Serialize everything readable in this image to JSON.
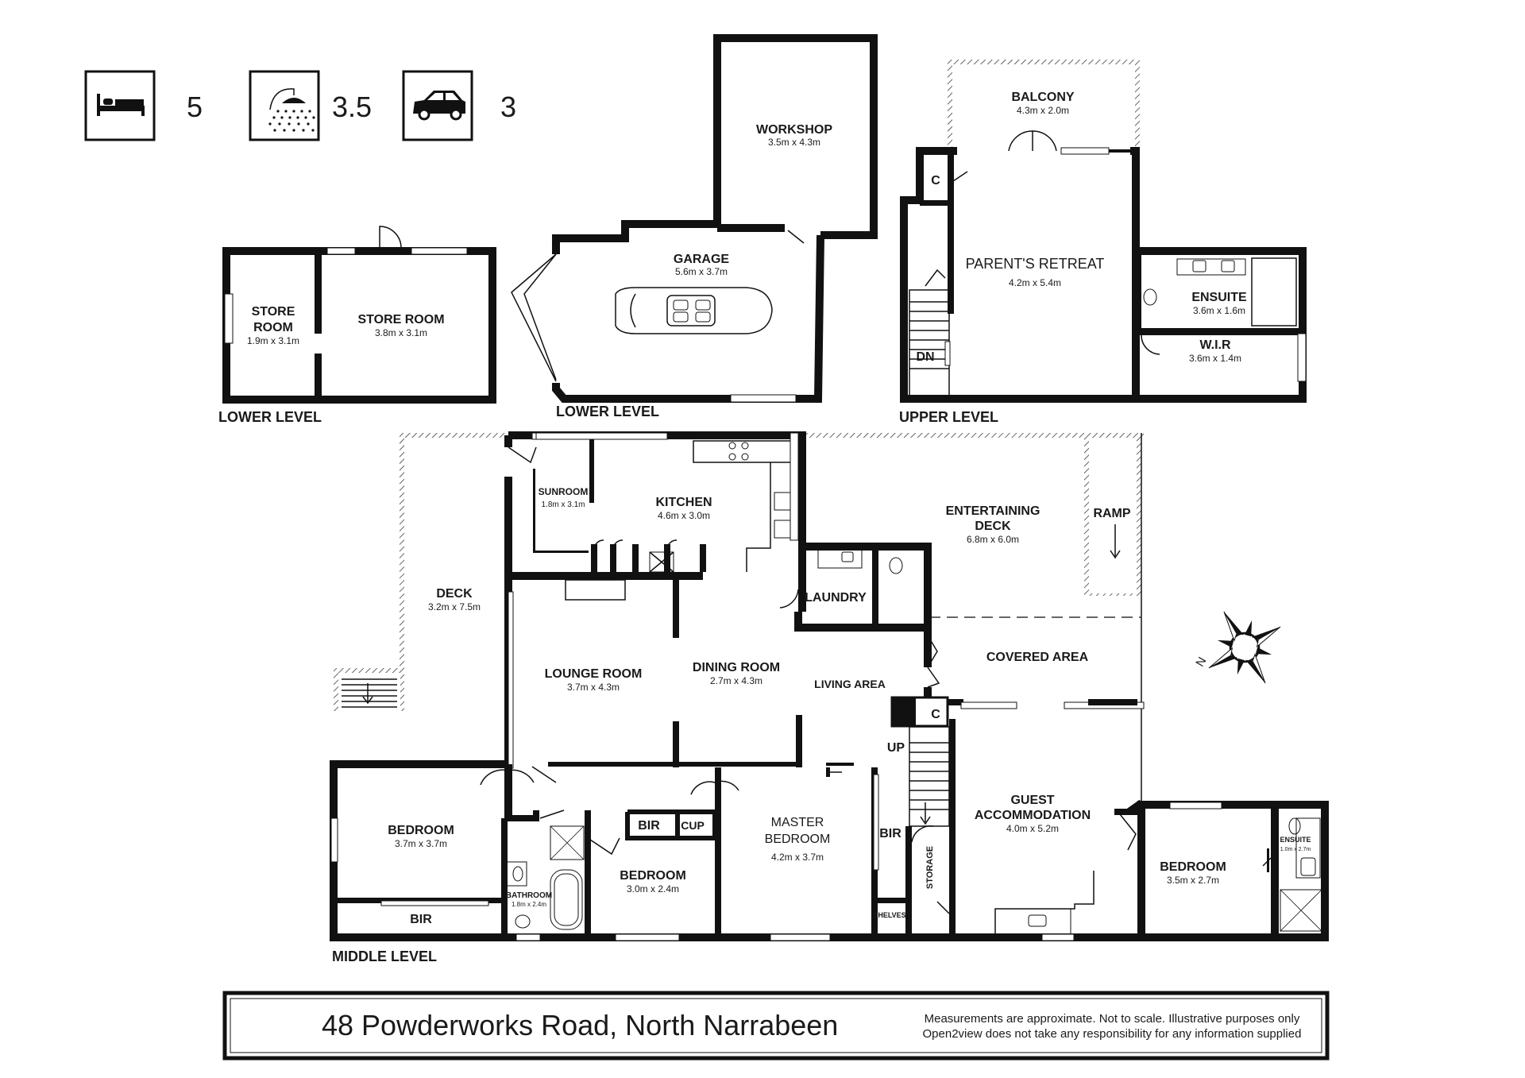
{
  "features": {
    "bedrooms": "5",
    "bathrooms": "3.5",
    "car_spaces": "3"
  },
  "levels": {
    "lower_1": "LOWER LEVEL",
    "lower_2": "LOWER LEVEL",
    "upper": "UPPER LEVEL",
    "middle": "MIDDLE LEVEL"
  },
  "rooms": {
    "store_room_small": {
      "name_1": "STORE",
      "name_2": "ROOM",
      "dims": "1.9m x 3.1m"
    },
    "store_room": {
      "name": "STORE ROOM",
      "dims": "3.8m x 3.1m"
    },
    "workshop": {
      "name": "WORKSHOP",
      "dims": "3.5m x 4.3m"
    },
    "garage": {
      "name": "GARAGE",
      "dims": "5.6m x 3.7m"
    },
    "balcony": {
      "name": "BALCONY",
      "dims": "4.3m x 2.0m"
    },
    "parents_retreat": {
      "name": "PARENT'S RETREAT",
      "dims": "4.2m x 5.4m"
    },
    "ensuite_upper": {
      "name": "ENSUITE",
      "dims": "3.6m x 1.6m"
    },
    "wir": {
      "name": "W.I.R",
      "dims": "3.6m x 1.4m"
    },
    "closet_upper": "C",
    "stairs_down": "DN",
    "sunroom": {
      "name": "SUNROOM",
      "dims": "1.8m x 3.1m"
    },
    "kitchen": {
      "name": "KITCHEN",
      "dims": "4.6m x 3.0m"
    },
    "entertaining_deck": {
      "name_1": "ENTERTAINING",
      "name_2": "DECK",
      "dims": "6.8m x 6.0m"
    },
    "ramp": "RAMP",
    "deck": {
      "name": "DECK",
      "dims": "3.2m x 7.5m"
    },
    "laundry": "LAUNDRY",
    "covered_area": "COVERED AREA",
    "lounge_room": {
      "name": "LOUNGE ROOM",
      "dims": "3.7m x 4.3m"
    },
    "dining_room": {
      "name": "DINING ROOM",
      "dims": "2.7m x 4.3m"
    },
    "living_area": "LIVING AREA",
    "closet_middle": "C",
    "stairs_up": "UP",
    "bedroom_1": {
      "name": "BEDROOM",
      "dims": "3.7m x 3.7m"
    },
    "bir_1": "BIR",
    "bathroom": {
      "name": "BATHROOM",
      "dims": "1.8m x 2.4m"
    },
    "bir_2": "BIR",
    "cupboard": "CUP",
    "bedroom_2": {
      "name": "BEDROOM",
      "dims": "3.0m x 2.4m"
    },
    "master_bedroom": {
      "name_1": "MASTER",
      "name_2": "BEDROOM",
      "dims": "4.2m x 3.7m"
    },
    "bir_3": "BIR",
    "shelves": "SHELVES",
    "storage": "STORAGE",
    "guest_accommodation": {
      "name_1": "GUEST",
      "name_2": "ACCOMMODATION",
      "dims": "4.0m x 5.2m"
    },
    "bedroom_3": {
      "name": "BEDROOM",
      "dims": "3.5m x 2.7m"
    },
    "ensuite_middle": {
      "name": "ENSUITE",
      "dims": "1.0m x 2.7m"
    }
  },
  "compass": "N",
  "footer": {
    "address": "48 Powderworks Road, North Narrabeen",
    "disclaimer_1": "Measurements are approximate. Not to scale. Illustrative purposes only",
    "disclaimer_2": "Open2view does not take any responsibility for any information supplied"
  },
  "icons": [
    "bed-icon",
    "shower-icon",
    "car-icon",
    "car-top-view-icon",
    "compass-rose-icon"
  ]
}
